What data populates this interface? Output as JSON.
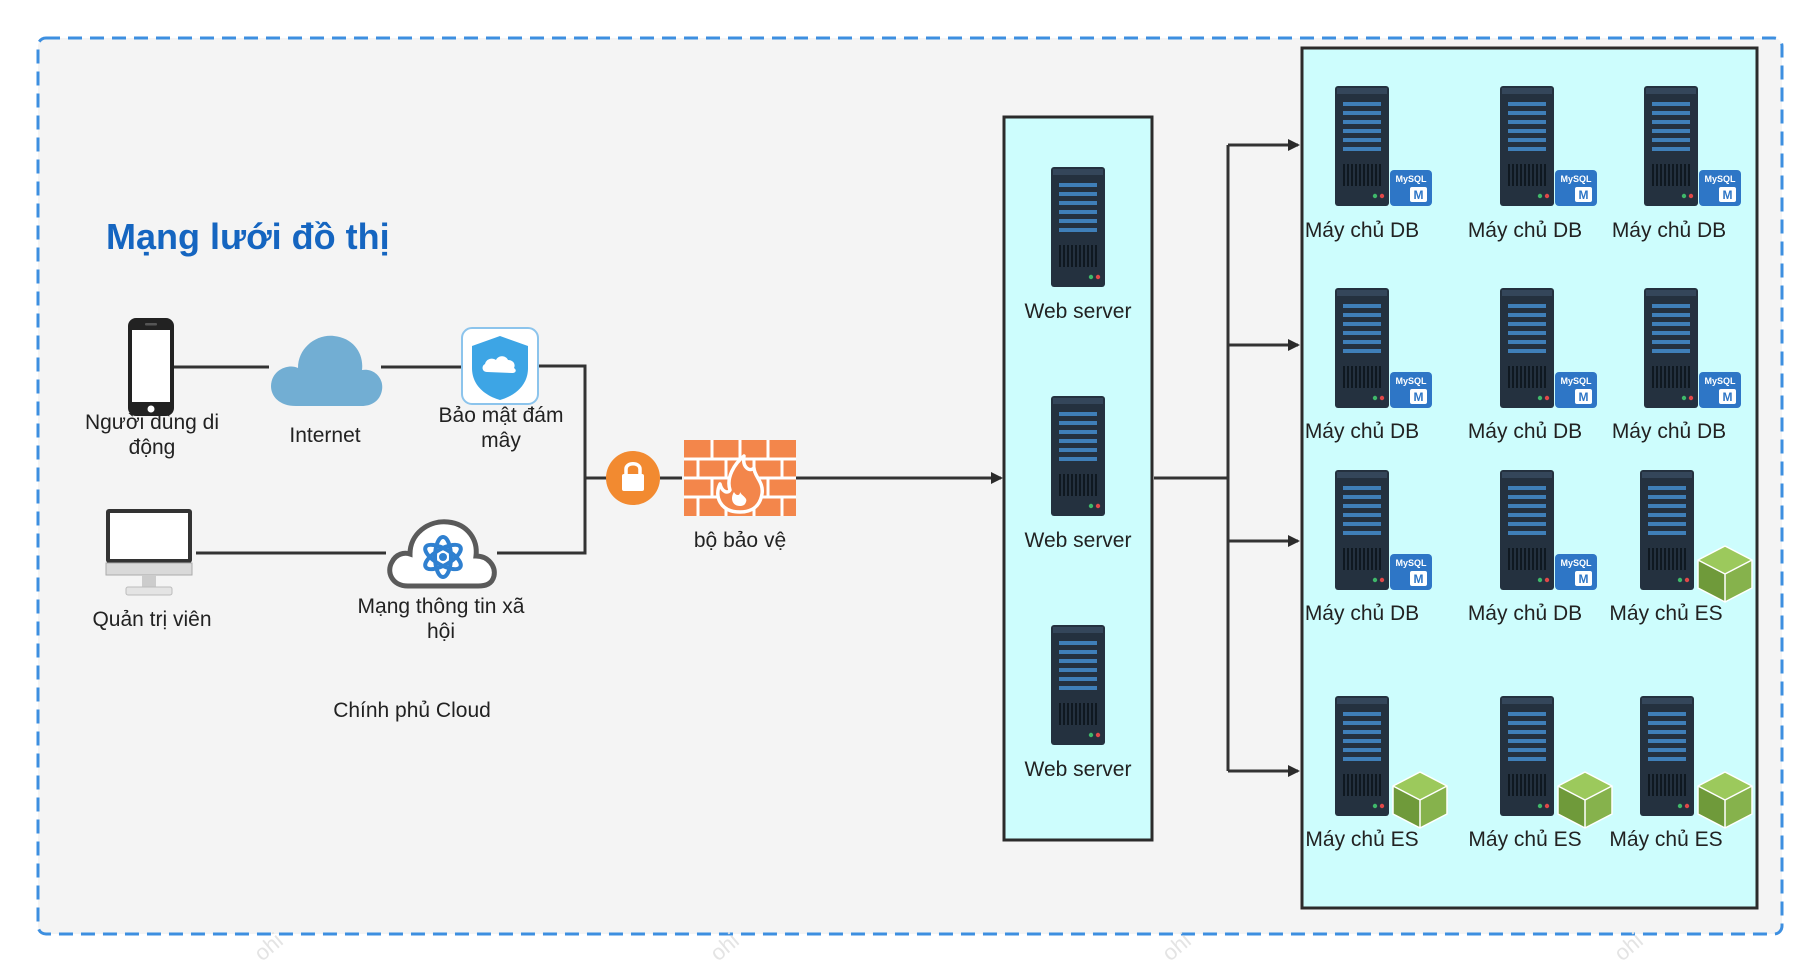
{
  "title": "Mạng lưới đồ thị",
  "cloud_label": "Chính phủ Cloud",
  "nodes": {
    "mobile_user": "Người dùng di động",
    "internet": "Internet",
    "cloud_security": "Bảo mật đám mây",
    "admin": "Quản trị viên",
    "social_network": "Mạng thông tin xã hội",
    "firewall": "bộ bảo vệ"
  },
  "web_servers": [
    "Web server",
    "Web server",
    "Web server"
  ],
  "db_servers": [
    "Máy chủ DB",
    "Máy chủ DB",
    "Máy chủ DB",
    "Máy chủ DB",
    "Máy chủ DB",
    "Máy chủ DB",
    "Máy chủ DB",
    "Máy chủ DB",
    "Máy chủ ES",
    "Máy chủ ES",
    "Máy chủ ES",
    "Máy chủ ES"
  ],
  "badges": {
    "mysql": "MySQL",
    "mysql_m": "M"
  },
  "colors": {
    "group_fill": "#cdfdfd",
    "outer_dash": "#3d8fe0",
    "outer_fill": "#f4f4f4",
    "title": "#1565c0",
    "cloud": "#72aed3",
    "firewall": "#f3864b",
    "lock": "#f28a30",
    "server": "#24313f",
    "es_cube": "#7fab45"
  },
  "icons": {
    "mobile": "smartphone-icon",
    "internet": "cloud-icon",
    "security": "shield-cloud-icon",
    "admin": "monitor-icon",
    "social": "atom-cloud-icon",
    "lock": "lock-icon",
    "firewall": "brick-fire-icon",
    "server": "server-rack-icon",
    "mysql": "mysql-badge-icon",
    "es": "green-cube-icon"
  }
}
